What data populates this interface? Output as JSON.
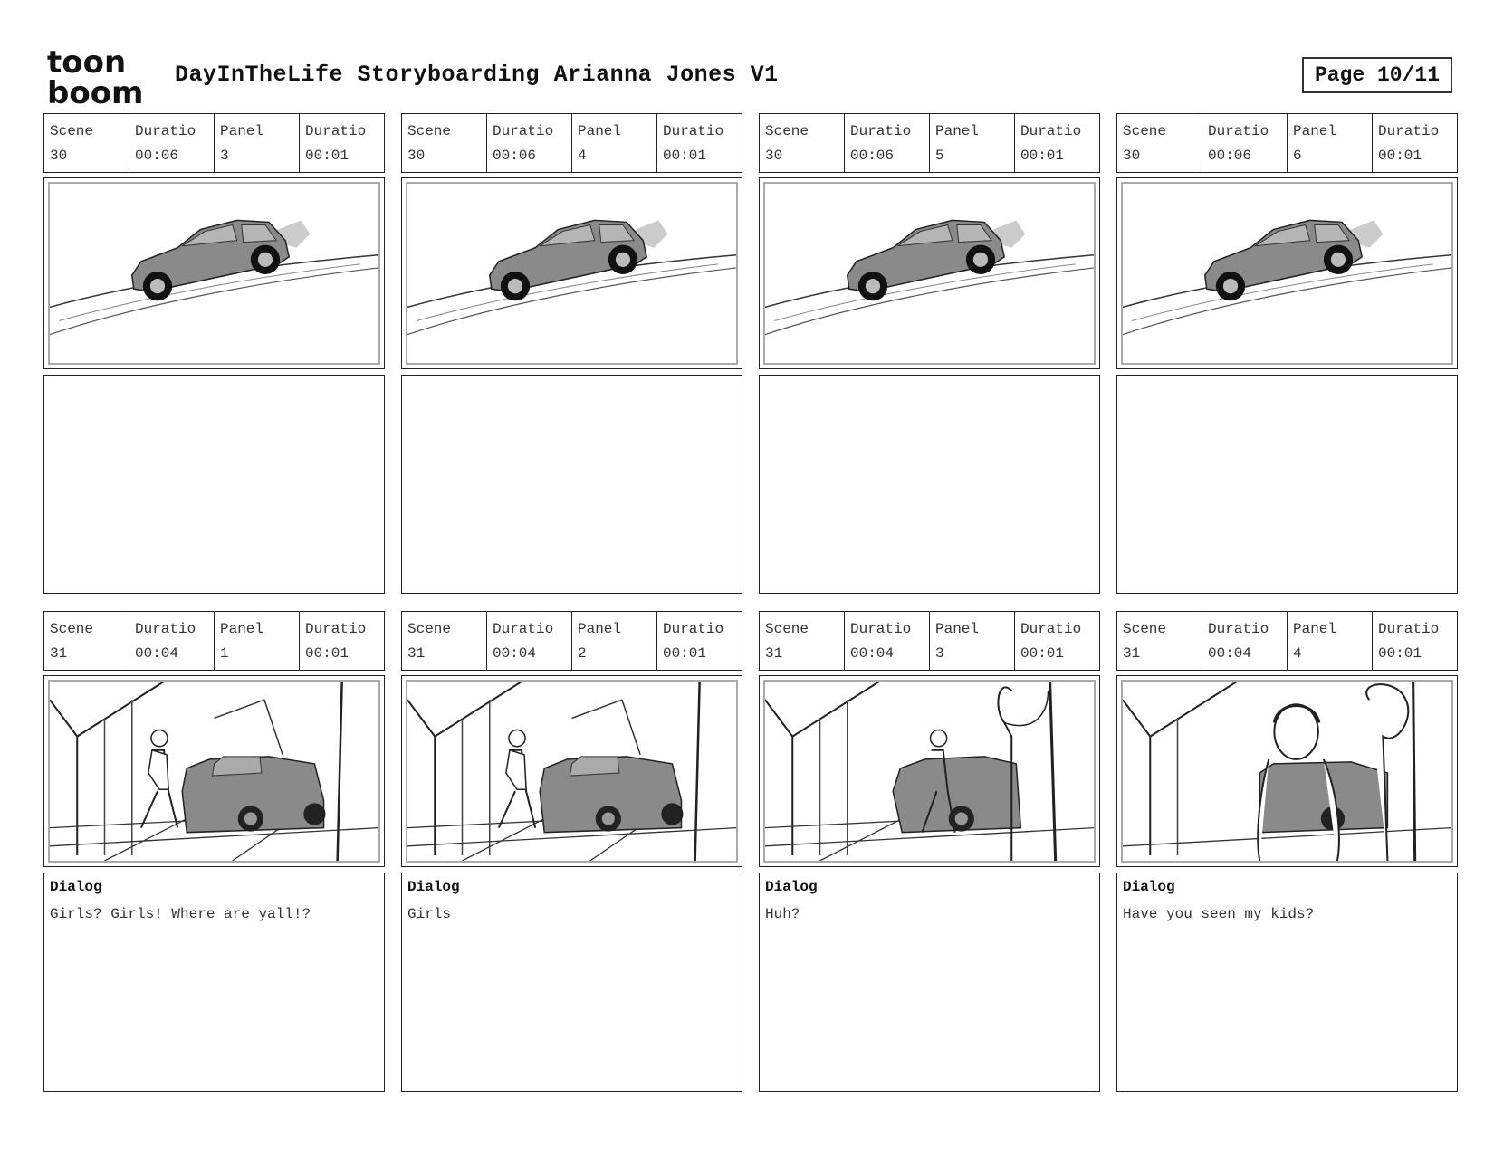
{
  "logo_text_top": "toon",
  "logo_text_bottom": "boom",
  "doc_title": "DayInTheLife Storyboarding Arianna Jones V1",
  "page_label": "Page 10/11",
  "labels": {
    "scene": "Scene",
    "duration": "Duratio",
    "panel": "Panel",
    "dialog": "Dialog"
  },
  "row1": [
    {
      "scene": "30",
      "scene_duration": "00:06",
      "panel": "3",
      "panel_duration": "00:01",
      "image": "car-on-hill",
      "dialog_label": "",
      "dialog": ""
    },
    {
      "scene": "30",
      "scene_duration": "00:06",
      "panel": "4",
      "panel_duration": "00:01",
      "image": "car-on-hill",
      "dialog_label": "",
      "dialog": ""
    },
    {
      "scene": "30",
      "scene_duration": "00:06",
      "panel": "5",
      "panel_duration": "00:01",
      "image": "car-on-hill",
      "dialog_label": "",
      "dialog": ""
    },
    {
      "scene": "30",
      "scene_duration": "00:06",
      "panel": "6",
      "panel_duration": "00:01",
      "image": "car-on-hill",
      "dialog_label": "",
      "dialog": ""
    }
  ],
  "row2": [
    {
      "scene": "31",
      "scene_duration": "00:04",
      "panel": "1",
      "panel_duration": "00:01",
      "image": "woman-by-car",
      "dialog_label": "Dialog",
      "dialog": "Girls? Girls! Where are yall!?"
    },
    {
      "scene": "31",
      "scene_duration": "00:04",
      "panel": "2",
      "panel_duration": "00:01",
      "image": "woman-by-car",
      "dialog_label": "Dialog",
      "dialog": "Girls"
    },
    {
      "scene": "31",
      "scene_duration": "00:04",
      "panel": "3",
      "panel_duration": "00:01",
      "image": "neighbor-appears",
      "dialog_label": "Dialog",
      "dialog": "Huh?"
    },
    {
      "scene": "31",
      "scene_duration": "00:04",
      "panel": "4",
      "panel_duration": "00:01",
      "image": "woman-closeup",
      "dialog_label": "Dialog",
      "dialog": "Have you seen my kids?"
    }
  ]
}
